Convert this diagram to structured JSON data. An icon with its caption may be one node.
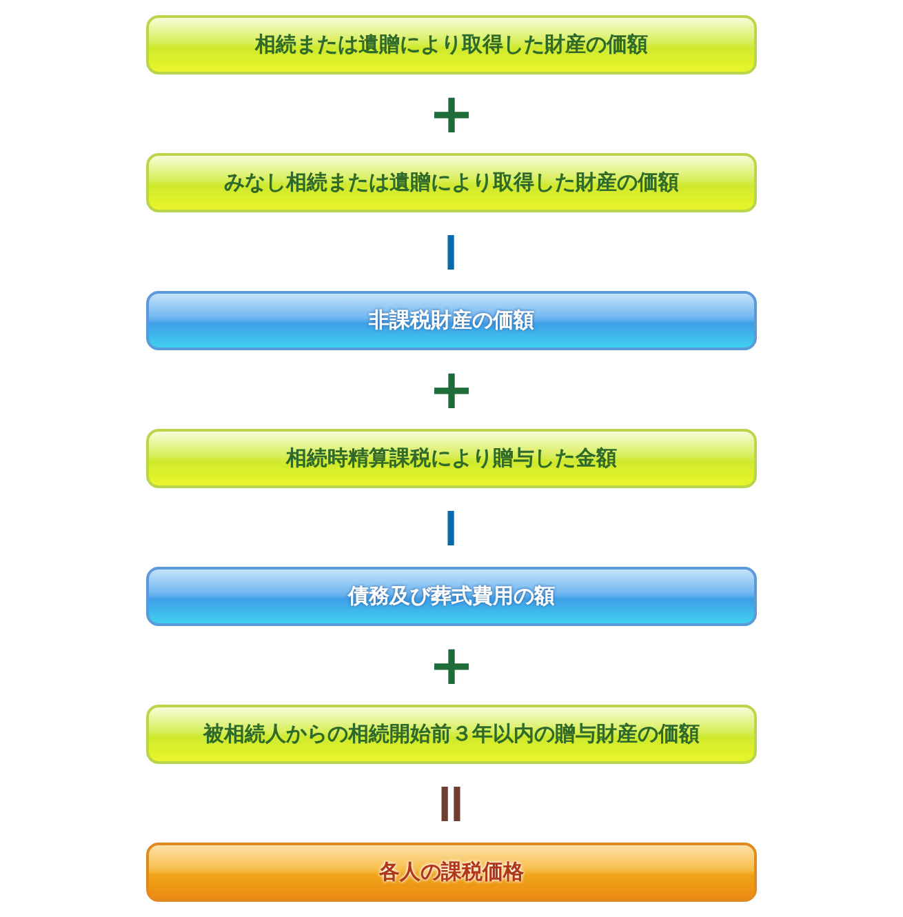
{
  "diagram": {
    "nodes": [
      {
        "text": [
          "相続または遺贈により取得した財産の価額"
        ]
      },
      {
        "text": [
          "みなし相続または遺贈により取得した財産の価額"
        ]
      },
      {
        "text": [
          "非課税財産の価額"
        ]
      },
      {
        "text": [
          "相続時精算課税により贈与した金額"
        ]
      },
      {
        "text": [
          "債務及び葬式費用の額"
        ]
      },
      {
        "text": [
          "被相続人からの相続開始前３年以内の贈与財産の価額"
        ]
      },
      {
        "text": [
          "各人の課税価格"
        ]
      }
    ],
    "labels": [
      "+",
      "−",
      "+",
      "−",
      "+",
      "="
    ]
  }
}
